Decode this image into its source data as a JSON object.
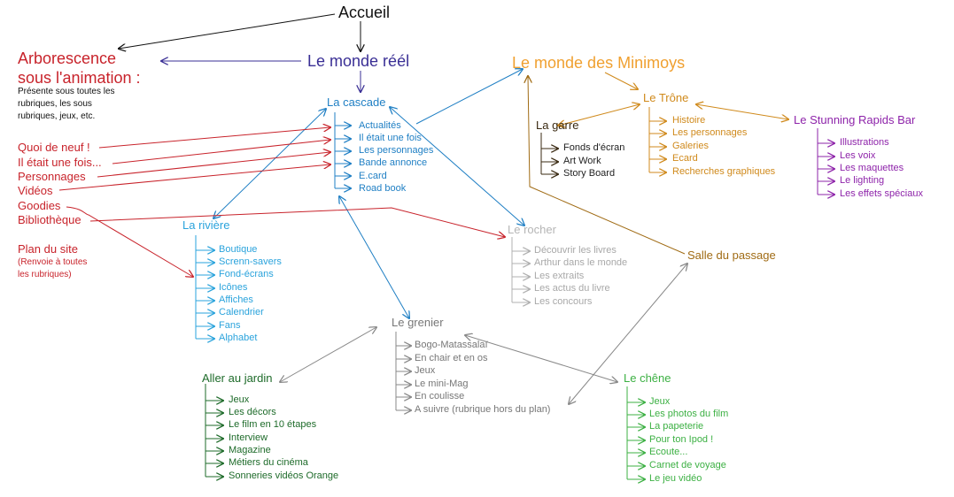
{
  "colors": {
    "black": "#111111",
    "navy": "#3a2f95",
    "blue": "#1f7fc4",
    "red": "#c8232b",
    "orange": "#f0a030",
    "goldenrod": "#d08a1c",
    "brown": "#a06b14",
    "darkbrown": "#3a2a12",
    "purple": "#8e24aa",
    "sky": "#2aa3dc",
    "gray": "#9a9a9a",
    "darkgray": "#777777",
    "darkgreen": "#1e6b2a",
    "green": "#3cb043"
  },
  "root": {
    "label": "Accueil"
  },
  "legend": {
    "title_line1": "Arborescence",
    "title_line2": "sous l'animation :",
    "note_line1": "Présente sous toutes les",
    "note_line2": "rubriques, les sous",
    "note_line3": "rubriques, jeux, etc."
  },
  "monde_reel": {
    "label": "Le monde réél"
  },
  "minimoys": {
    "label": "Le monde des Minimoys"
  },
  "cascade": {
    "label": "La cascade",
    "items": [
      "Actualités",
      "Il était une fois",
      "Les personnages",
      "Bande annonce",
      "E.card",
      "Road book"
    ]
  },
  "left_menu": {
    "items": [
      "Quoi de neuf !",
      "Il était une fois...",
      "Personnages",
      "Vidéos",
      "Goodies",
      "Bibliothèque",
      "Plan du site"
    ],
    "plan_note_line1": "(Renvoie à toutes",
    "plan_note_line2": "les rubriques)"
  },
  "riviere": {
    "label": "La rivière",
    "items": [
      "Boutique",
      "Screnn-savers",
      "Fond-écrans",
      "Icônes",
      "Affiches",
      "Calendrier",
      "Fans",
      "Alphabet"
    ]
  },
  "rocher": {
    "label": "Le rocher",
    "items": [
      "Découvrir les livres",
      "Arthur dans le monde",
      "Les extraits",
      "Les actus du livre",
      "Les concours"
    ]
  },
  "grenier": {
    "label": "Le grenier",
    "items": [
      "Bogo-Matassalaï",
      "En chair et en os",
      "Jeux",
      "Le mini-Mag",
      "En coulisse",
      "A suivre (rubrique hors du plan)"
    ]
  },
  "jardin": {
    "label": "Aller au jardin",
    "items": [
      "Jeux",
      "Les décors",
      "Le film en 10 étapes",
      "Interview",
      "Magazine",
      "Métiers du cinéma",
      "Sonneries vidéos Orange"
    ]
  },
  "chene": {
    "label": "Le chêne",
    "items": [
      "Jeux",
      "Les photos du film",
      "La papeterie",
      "Pour ton Ipod !",
      "Ecoute...",
      "Carnet de voyage",
      "Le jeu vidéo"
    ]
  },
  "trone": {
    "label": "Le Trône",
    "items": [
      "Histoire",
      "Les personnages",
      "Galeries",
      "Ecard",
      "Recherches graphiques"
    ]
  },
  "garre": {
    "label": "La garre",
    "items": [
      "Fonds d'écran",
      "Art Work",
      "Story Board"
    ]
  },
  "stunning": {
    "label": "Le Stunning Rapids Bar",
    "items": [
      "Illustrations",
      "Les voix",
      "Les maquettes",
      "Le lighting",
      "Les effets spéciaux"
    ]
  },
  "salle": {
    "label": "Salle du passage"
  }
}
